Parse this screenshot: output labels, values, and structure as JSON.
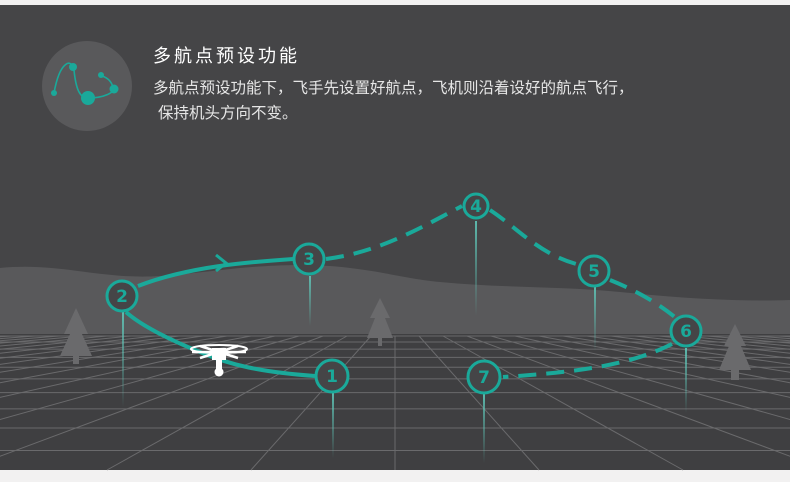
{
  "feature": {
    "icon": "waypoint-route-icon",
    "title": "多航点预设功能",
    "description_line1": "多航点预设功能下，飞手先设置好航点，飞机则沿着设好的航点飞行，",
    "description_line2": "保持机头方向不变。"
  },
  "waypoints": [
    {
      "label": "1"
    },
    {
      "label": "2"
    },
    {
      "label": "3"
    },
    {
      "label": "4"
    },
    {
      "label": "5"
    },
    {
      "label": "6"
    },
    {
      "label": "7"
    }
  ],
  "colors": {
    "accent": "#1aa99a",
    "background": "#454547",
    "text": "#ffffff"
  }
}
